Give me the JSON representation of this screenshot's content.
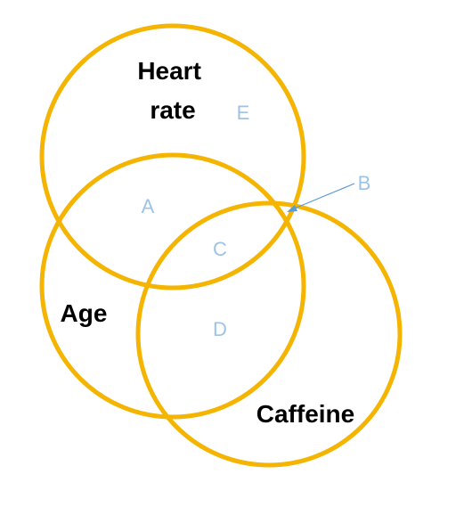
{
  "sets": [
    {
      "id": "heart-rate",
      "label_lines": [
        "Heart",
        "rate"
      ]
    },
    {
      "id": "age",
      "label_lines": [
        "Age"
      ]
    },
    {
      "id": "caffeine",
      "label_lines": [
        "Caffeine"
      ]
    }
  ],
  "regions": {
    "A": "A",
    "B": "B",
    "C": "C",
    "D": "D",
    "E": "E"
  },
  "colors": {
    "circle_stroke": "#F4B400",
    "region_label": "#9DC3E6",
    "pointer": "#5B9BD5",
    "set_label": "#000000"
  }
}
